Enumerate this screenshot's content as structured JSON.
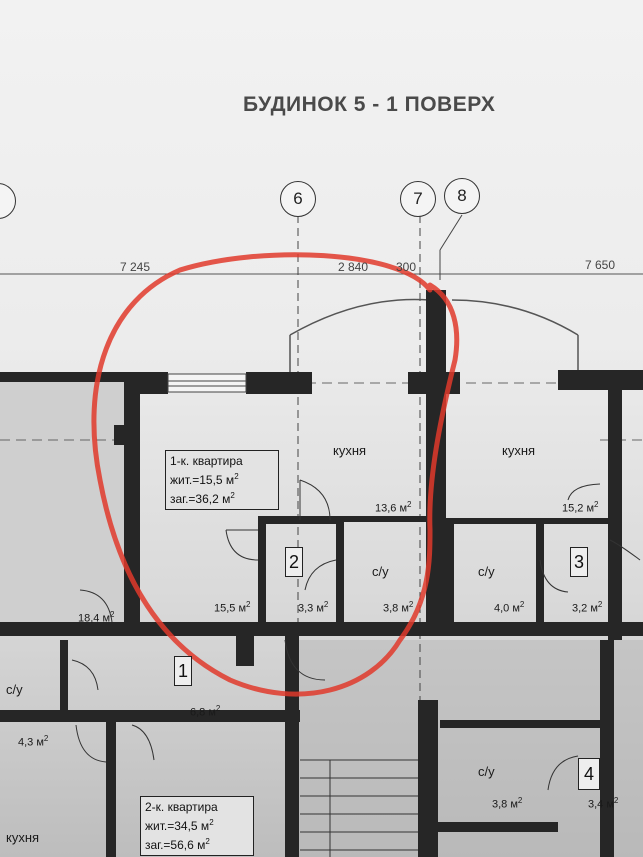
{
  "title": "БУДИНОК 5 - 1 ПОВЕРХ",
  "axes": [
    "6",
    "7",
    "8"
  ],
  "dimensions": [
    "7 245",
    "2 840",
    "300",
    "7 650"
  ],
  "rooms": {
    "kitchen_1": "кухня",
    "kitchen_2": "кухня",
    "kitchen_3": "кухня",
    "bath_1": "с/у",
    "bath_2": "с/у",
    "bath_3": "с/у",
    "bath_4": "с/у"
  },
  "areas": {
    "a1": "13,6 м",
    "a2": "15,2 м",
    "a3": "15,5 м",
    "a4": "3,3 м",
    "a5": "3,8 м",
    "a6": "4,0 м",
    "a7": "3,2 м",
    "a8": "18,4 м",
    "a9": "6,8 м",
    "a10": "4,3 м",
    "a11": "3,8 м",
    "a12": "3,4 м"
  },
  "area_unit_power": "2",
  "numbers": [
    "1",
    "2",
    "3",
    "4"
  ],
  "apartment_1": {
    "line1": "1-к. квартира",
    "line2": "жит.=15,5 м",
    "line3": "заг.=36,2 м"
  },
  "apartment_2": {
    "line1": "2-к. квартира",
    "line2": "жит.=34,5 м",
    "line3": "заг.=56,6 м"
  },
  "colors": {
    "walls": "#262626",
    "circle": "#e0392b",
    "paper": "#f0f0f0"
  }
}
